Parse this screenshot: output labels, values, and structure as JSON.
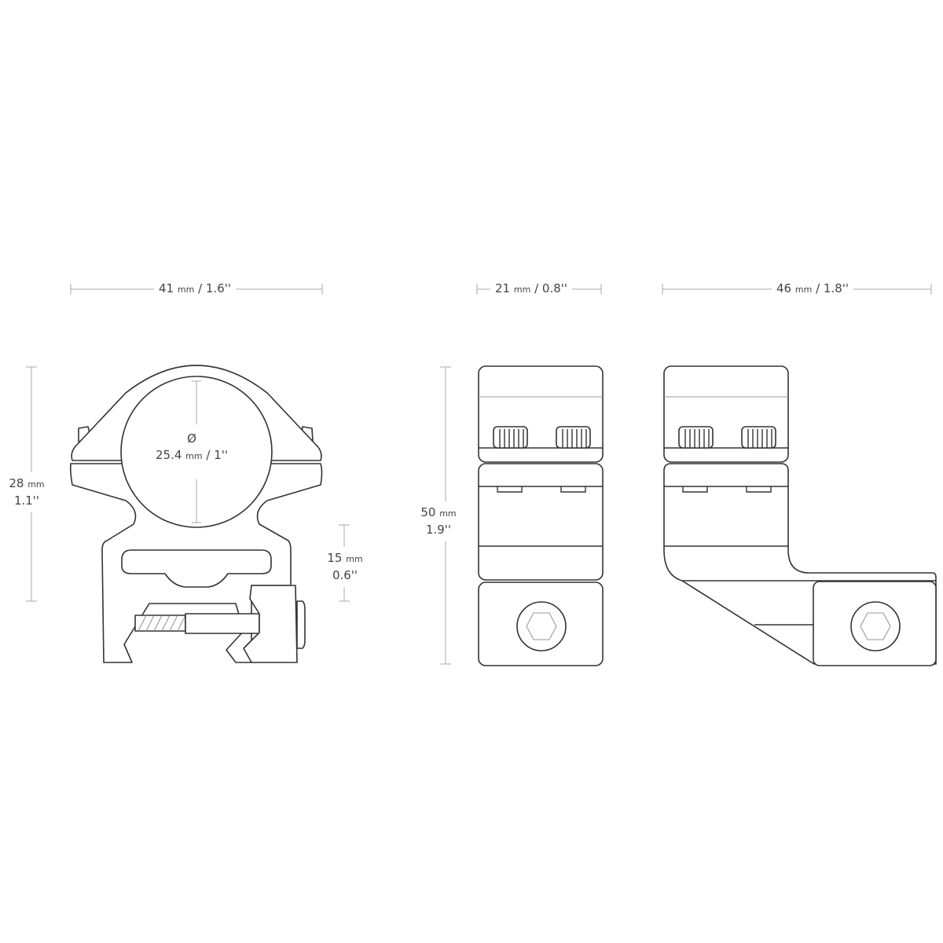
{
  "dimensions": {
    "width_front": {
      "value": "41",
      "unit": "mm",
      "imperial": "/ 1.6''"
    },
    "width_side": {
      "value": "21",
      "unit": "mm",
      "imperial": "/ 0.8''"
    },
    "width_offset": {
      "value": "46",
      "unit": "mm",
      "imperial": "/ 1.8''"
    },
    "height_front": {
      "value": "28",
      "unit": "mm",
      "imperial": "1.1''"
    },
    "height_side": {
      "value": "50",
      "unit": "mm",
      "imperial": "1.9''"
    },
    "rail_height": {
      "value": "15",
      "unit": "mm",
      "imperial": "0.6''"
    },
    "ring_diameter": {
      "symbol": "Ø",
      "value": "25.4",
      "unit": "mm",
      "imperial": "/ 1''"
    }
  }
}
